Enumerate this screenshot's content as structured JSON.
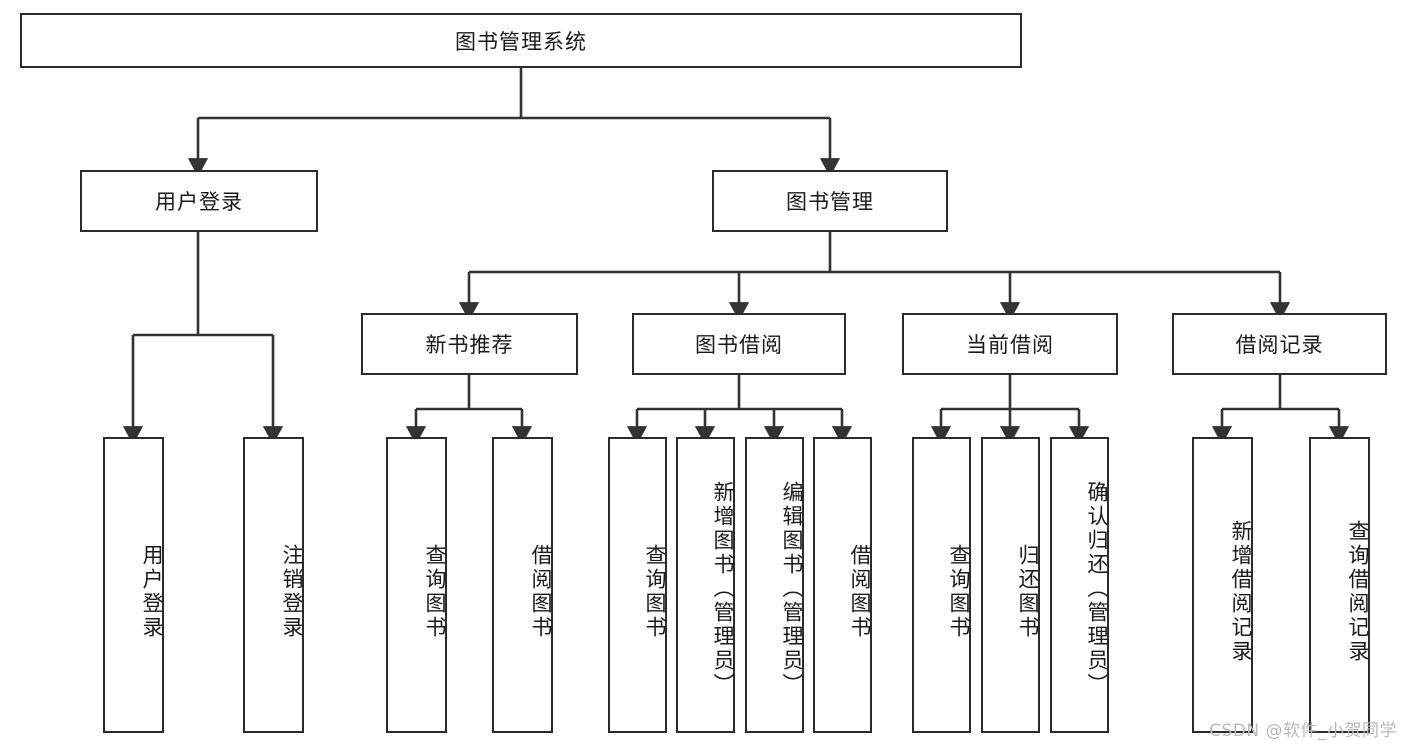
{
  "diagram": {
    "type": "tree-hierarchy",
    "title": "图书管理系统",
    "watermark": "CSDN @软件_小贺同学",
    "colors": {
      "box_border": "#2b2b2b",
      "box_fill": "#ffffff",
      "connector": "#333333",
      "text": "#1a1a1a",
      "watermark": "#b9b9b9"
    },
    "root": {
      "label": "图书管理系统"
    },
    "level2": [
      {
        "id": "user-login",
        "label": "用户登录"
      },
      {
        "id": "book-management",
        "label": "图书管理"
      }
    ],
    "level3": [
      {
        "id": "new-book-recommend",
        "label": "新书推荐"
      },
      {
        "id": "book-borrow",
        "label": "图书借阅"
      },
      {
        "id": "current-borrow",
        "label": "当前借阅"
      },
      {
        "id": "borrow-record",
        "label": "借阅记录"
      }
    ],
    "leaves": {
      "user_login": [
        {
          "id": "leaf-user-login",
          "label": "用户登录"
        },
        {
          "id": "leaf-logout",
          "label": "注销登录"
        }
      ],
      "new_book_recommend": [
        {
          "id": "leaf-query-book-1",
          "label": "查询图书"
        },
        {
          "id": "leaf-borrow-book-1",
          "label": "借阅图书"
        }
      ],
      "book_borrow": [
        {
          "id": "leaf-query-book-2",
          "label": "查询图书"
        },
        {
          "id": "leaf-add-book",
          "label": "新增图书（管理员）"
        },
        {
          "id": "leaf-edit-book",
          "label": "编辑图书（管理员）"
        },
        {
          "id": "leaf-borrow-book-2",
          "label": "借阅图书"
        }
      ],
      "current_borrow": [
        {
          "id": "leaf-query-book-3",
          "label": "查询图书"
        },
        {
          "id": "leaf-return-book",
          "label": "归还图书"
        },
        {
          "id": "leaf-confirm-return",
          "label": "确认归还（管理员）"
        }
      ],
      "borrow_record": [
        {
          "id": "leaf-add-record",
          "label": "新增借阅记录"
        },
        {
          "id": "leaf-query-record",
          "label": "查询借阅记录"
        }
      ]
    }
  }
}
